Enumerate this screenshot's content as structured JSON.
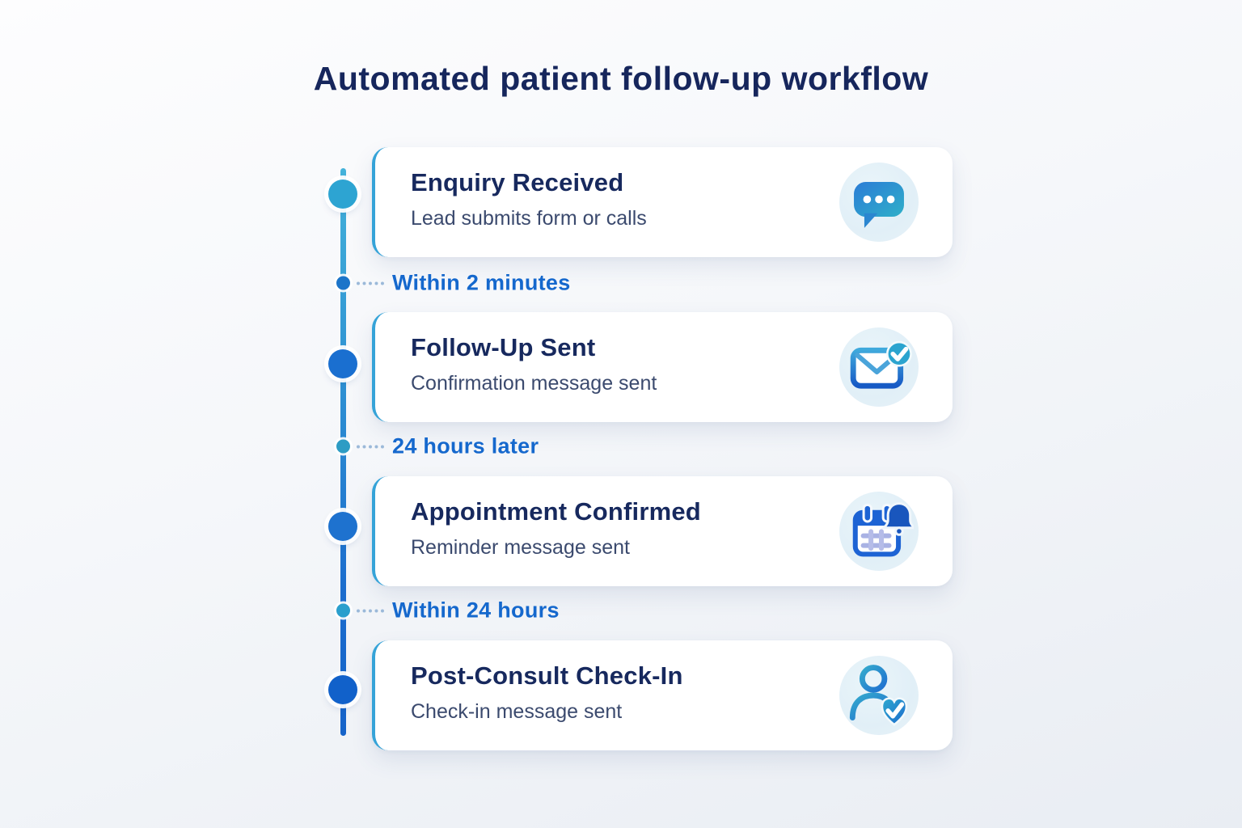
{
  "page": {
    "title": "Automated patient follow-up workflow"
  },
  "timeline": {
    "steps": [
      {
        "title": "Enquiry Received",
        "subtitle": "Lead submits form or calls",
        "icon": "chat-bubble-icon"
      },
      {
        "title": "Follow-Up Sent",
        "subtitle": "Confirmation message sent",
        "icon": "email-check-icon"
      },
      {
        "title": "Appointment Confirmed",
        "subtitle": "Reminder message sent",
        "icon": "calendar-bell-icon"
      },
      {
        "title": "Post-Consult Check-In",
        "subtitle": "Check-in message sent",
        "icon": "person-heart-icon"
      }
    ],
    "intervals": [
      {
        "label": "Within 2 minutes"
      },
      {
        "label": "24 hours later"
      },
      {
        "label": "Within 24 hours"
      }
    ]
  },
  "colors": {
    "title_text": "#16265c",
    "card_title_text": "#17295e",
    "card_subtitle_text": "#3b4a6e",
    "interval_label_text": "#1568cd",
    "card_accent": "#35a3d8",
    "timeline_gradient_top": "#43b2da",
    "timeline_gradient_bottom": "#1563c9",
    "step_dot_1": "#2da4d2",
    "step_dot_2": "#1a6fd0",
    "step_dot_3": "#1e72cf",
    "step_dot_4": "#1161ca",
    "icon_circle_bg": "#e3f1f8",
    "background_top": "#fdfdfe",
    "background_bottom": "#e9edf3"
  }
}
